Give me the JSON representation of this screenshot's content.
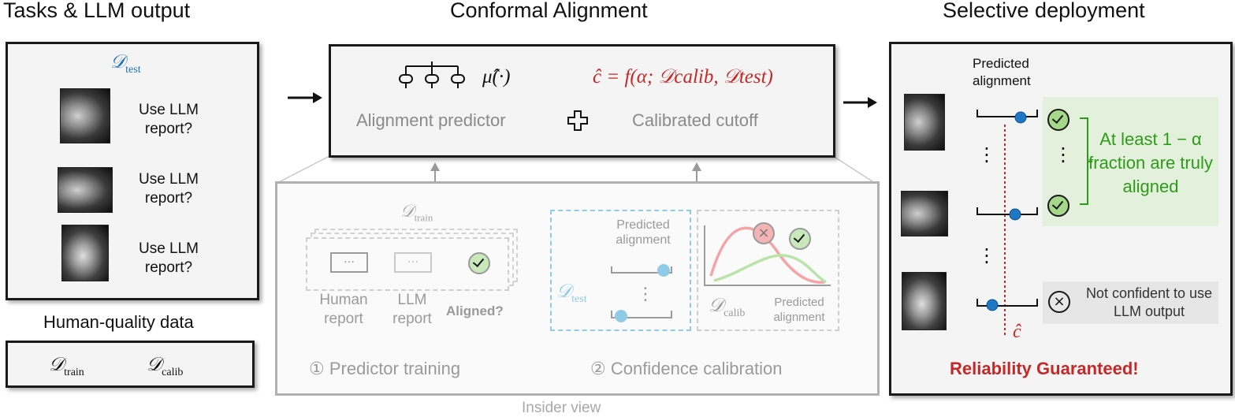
{
  "sections": {
    "tasks_title": "Tasks & LLM output",
    "alignment_title": "Conformal Alignment",
    "deploy_title": "Selective deployment"
  },
  "tasks": {
    "test_set": "𝒟",
    "test_sub": "test",
    "question": "Use LLM report?"
  },
  "human_data": {
    "title": "Human-quality data",
    "train": "𝒟",
    "train_sub": "train",
    "calib": "𝒟",
    "calib_sub": "calib"
  },
  "alignment": {
    "predictor_symbol": "μ̂(·)",
    "cutoff_formula": "ĉ = f(α; 𝒟calib, 𝒟test)",
    "predictor_label": "Alignment predictor",
    "cutoff_label": "Calibrated cutoff"
  },
  "insider": {
    "train_set": "𝒟",
    "train_sub": "train",
    "human_report": "Human report",
    "llm_report": "LLM report",
    "aligned": "Aligned?",
    "ellipsis": "···",
    "step1": "① Predictor training",
    "step2": "② Confidence calibration",
    "predicted_alignment": "Predicted alignment",
    "test_set": "𝒟",
    "test_sub": "test",
    "calib_set": "𝒟",
    "calib_sub": "calib",
    "dots": "⋮",
    "caption": "Insider view",
    "colors": {
      "red_curve": "#f6a3a8",
      "green_curve": "#b9e4a8",
      "blue_box": "#8fcbe6"
    }
  },
  "deployment": {
    "predicted_alignment": "Predicted alignment",
    "guarantee_text": "At least 1 − α fraction are truly aligned",
    "not_confident": "Not confident to use LLM output",
    "cutoff_symbol": "ĉ",
    "reliability": "Reliability Guaranteed!",
    "dots": "⋮",
    "colors": {
      "dot": "#1f78c4",
      "cutoff": "#c62828",
      "green": "#2e9a1a",
      "red": "#c62828"
    }
  }
}
